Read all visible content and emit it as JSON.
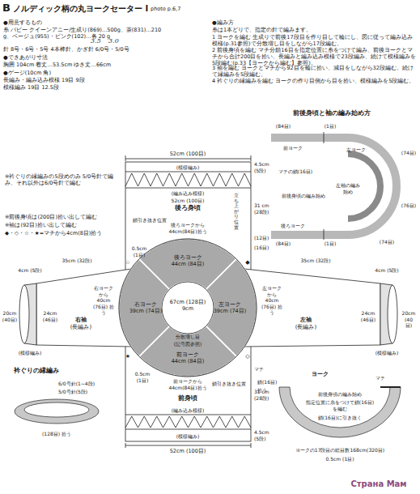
{
  "diagram": {
    "title": "ノルディック柄の丸ヨークセーター Ⅰ",
    "nodes": [
      {
        "text": [
          "前後身頃と袖の編み始め方"
        ]
      },
      {
        "text": [
          "後ろ身頃"
        ]
      },
      {
        "text": [
          "後ろヨーク",
          "44cm (84目)"
        ]
      },
      {
        "text": [
          "右袖",
          "(長編み)"
        ]
      },
      {
        "text": [
          "右ヨーク",
          "39cm (74目)"
        ]
      },
      {
        "text": [
          "67cm (128目)",
          "9cm"
        ]
      },
      {
        "text": [
          "左ヨーク",
          "39cm (74目)"
        ]
      },
      {
        "text": [
          "左袖",
          "(長編み)"
        ]
      },
      {
        "text": [
          "前ヨーク",
          "44cm (84目)"
        ]
      },
      {
        "text": [
          "衿ぐりの縁編み"
        ]
      },
      {
        "text": [
          "ヨーク"
        ]
      },
      {
        "text": [
          "前身頃"
        ]
      }
    ],
    "labels": [
      "B",
      "photo p.6,7",
      "●用意するもの",
      "糸 パピー クイーンアニー/生成り(869)…500g、茶(831)…210 g、ベージュ(955)・ピンク(102)…各 20 g",
      "3.5",
      "3.0",
      "針 8号・6号・5号 4本棒針、かぎ針 6/0号・5/0号",
      "●できあがり寸法",
      "胸囲 104cm 着丈…53.5cm ゆき丈…66cm",
      "●ゲージ(10cm 角)",
      "長編み・編み込み模様 19目 9段",
      "模様編み 19目 12.5段",
      "●編み方",
      "糸は1本どりで、指定の針で編みます。",
      "1 ヨークを編む 生成りで前後17段目を作り目して輪にし、図に従って編み込み模様(p.31参照)で分散増し目をしながら17段編む。",
      "2 前後身頃を編む マチ分鎖16目を指定位置に糸をつけて編み、前後ヨークとマチから合計200目を拾い、長編みと編み込み模様で23段編み、続けて模様編みを5段編む(p.33【ヨークから編む】参照)。",
      "3 袖を編む ヨークとマチから92目を輪に拾い、減目をしながら32段編む。続けて縁編みを5段編む。",
      "4 衿ぐりの縁編みを編む ヨークの作り目側から目を拾い、模様編みを5段編む。",
      "(84目)",
      "(1目)",
      "前ヨーク",
      "左ヨーク",
      "(74目)",
      "マチの鎖(16目)",
      "前後身頃の編み始め",
      "左袖の編み始め",
      "(76目)",
      "後ろヨーク",
      "(1目)",
      "(84目)",
      "(74目)",
      "52cm (100目)",
      "(模様編み)",
      "4.5cm (5段)",
      "(編み込み模様)",
      "52cm (100目)",
      "立ち上がり位置",
      "鎖引き抜き位置",
      "後ろヨークから 44cm(84目)拾う",
      "31 cm (28段)",
      "(12目)",
      "(16目)",
      "0.5cm (1目)",
      "☆",
      "◆",
      "分散増し目",
      "(記号図参照)",
      "★",
      "◇",
      "0.5cm (1目)",
      "前ヨークから 44cm(84目)拾う",
      "鎖引き抜き位置",
      "マチ",
      "31 cm (28段)",
      "(編み込み模様)",
      "(模様編み)",
      "4.5cm (5段)",
      "52cm (100目)",
      "35cm (32段)",
      "4cm (5段)",
      "20cm (40目)",
      "24cm (46目)",
      "右ヨークから 40cm (76目) 拾う",
      "(模様編み)",
      "35cm (32段)",
      "4cm (5段)",
      "20cm (40目)",
      "24cm (46目)",
      "左ヨークから 40cm (76目) 拾う",
      "(模様編み)",
      "※衿ぐりの縁編みの5段めのみ 5/0号針で編み、それ以外は6/0号針で編む",
      "※前後身頃は(200目)拾い出して編む",
      "※袖は(92目)拾い出して編む",
      "◆・◇・☆・★=マチから4cm(8目)拾う",
      "6/0号針(1~4段)",
      "5/0号針(5段)",
      "(128目) 拾う",
      "鎖(16目)",
      "拾う",
      "マチ",
      "前後身頃の編み始め",
      "指定位置に糸をつけて鎖(16目)を編む",
      "鎖(16目)に引き抜く",
      "ヨークの17段目の総目数168cm(320目)",
      "0.5cm (1目)",
      "Страна Мам"
    ]
  }
}
